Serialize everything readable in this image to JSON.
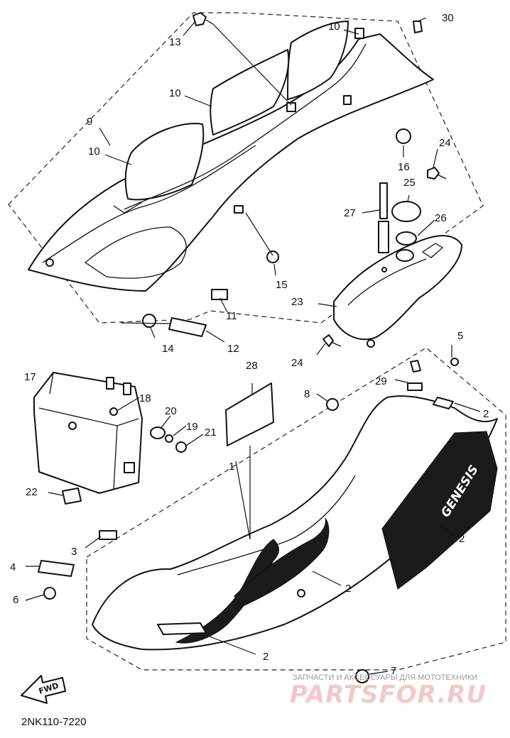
{
  "diagram": {
    "callouts": [
      {
        "id": "c1",
        "text": "1"
      },
      {
        "id": "c2a",
        "text": "2"
      },
      {
        "id": "c2b",
        "text": "2"
      },
      {
        "id": "c2c",
        "text": "2"
      },
      {
        "id": "c2d",
        "text": "2"
      },
      {
        "id": "c3",
        "text": "3"
      },
      {
        "id": "c4",
        "text": "4"
      },
      {
        "id": "c5",
        "text": "5"
      },
      {
        "id": "c6",
        "text": "6"
      },
      {
        "id": "c7",
        "text": "7"
      },
      {
        "id": "c8",
        "text": "8"
      },
      {
        "id": "c9",
        "text": "9"
      },
      {
        "id": "c10a",
        "text": "10"
      },
      {
        "id": "c10b",
        "text": "10"
      },
      {
        "id": "c10c",
        "text": "10"
      },
      {
        "id": "c11",
        "text": "11"
      },
      {
        "id": "c12",
        "text": "12"
      },
      {
        "id": "c13",
        "text": "13"
      },
      {
        "id": "c14",
        "text": "14"
      },
      {
        "id": "c15",
        "text": "15"
      },
      {
        "id": "c16",
        "text": "16"
      },
      {
        "id": "c17",
        "text": "17"
      },
      {
        "id": "c18",
        "text": "18"
      },
      {
        "id": "c19",
        "text": "19"
      },
      {
        "id": "c20",
        "text": "20"
      },
      {
        "id": "c21",
        "text": "21"
      },
      {
        "id": "c22",
        "text": "22"
      },
      {
        "id": "c23",
        "text": "23"
      },
      {
        "id": "c24a",
        "text": "24"
      },
      {
        "id": "c24b",
        "text": "24"
      },
      {
        "id": "c25",
        "text": "25"
      },
      {
        "id": "c26",
        "text": "26"
      },
      {
        "id": "c27",
        "text": "27"
      },
      {
        "id": "c28",
        "text": "28"
      },
      {
        "id": "c29",
        "text": "29"
      },
      {
        "id": "c30",
        "text": "30"
      }
    ],
    "decal_text": "GENESIS",
    "fwd_label": "FWD",
    "drawing_code": "2NK110-7220"
  },
  "watermark": {
    "caption": "ЗАПЧАСТИ И АКСЕССУАРЫ ДЛЯ МОТОТЕХНИКИ",
    "brand": "PARTSFOR.RU",
    "color": "#e8a3a3"
  }
}
